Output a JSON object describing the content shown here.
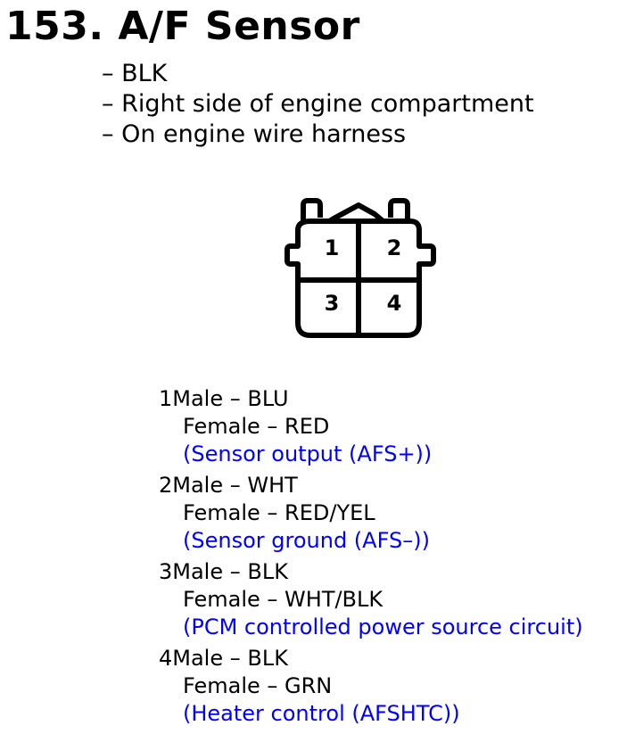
{
  "header": {
    "title": "153. A/F Sensor"
  },
  "notes": [
    "– BLK",
    "– Right side of engine compartment",
    "– On engine wire harness"
  ],
  "connector": {
    "cavities": [
      "1",
      "2",
      "3",
      "4"
    ]
  },
  "pins": [
    {
      "male": "1Male – BLU",
      "female": "Female – RED",
      "description": "(Sensor output (AFS+))"
    },
    {
      "male": "2Male – WHT",
      "female": "Female – RED/YEL",
      "description": "(Sensor ground (AFS–))"
    },
    {
      "male": "3Male – BLK",
      "female": "Female – WHT/BLK",
      "description": "(PCM controlled power source circuit)"
    },
    {
      "male": "4Male – BLK",
      "female": "Female – GRN",
      "description": "(Heater control (AFSHTC))"
    }
  ],
  "colors": {
    "text": "#000000",
    "description": "#0000ff"
  }
}
